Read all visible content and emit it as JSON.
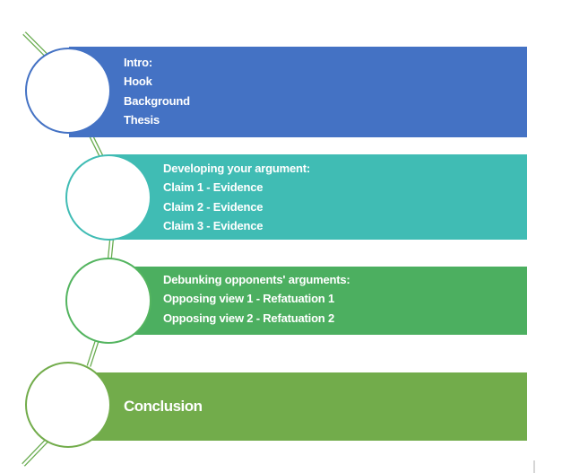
{
  "palette": {
    "background": "#FFFFFF",
    "blue": "#4472C4",
    "teal": "#40BCB4",
    "green": "#4CAF60",
    "olive": "#72AC4B",
    "circle_green": "#53B45F",
    "connector_green": "#69AC50",
    "text_white": "#FFFFFF",
    "artifact_gray": "#D6D6D6"
  },
  "steps": [
    {
      "name": "intro",
      "lines": [
        "Intro:",
        "Hook",
        "Background",
        "Thesis"
      ]
    },
    {
      "name": "developing-argument",
      "lines": [
        "Developing your argument:",
        "Claim 1 - Evidence",
        "Claim 2 - Evidence",
        "Claim 3 - Evidence"
      ]
    },
    {
      "name": "debunking-arguments",
      "lines": [
        "Debunking opponents' arguments:",
        "Opposing view 1 - Refatuation 1",
        "Opposing view 2 - Refatuation 2"
      ]
    },
    {
      "name": "conclusion",
      "lines": [
        "Conclusion"
      ]
    }
  ]
}
